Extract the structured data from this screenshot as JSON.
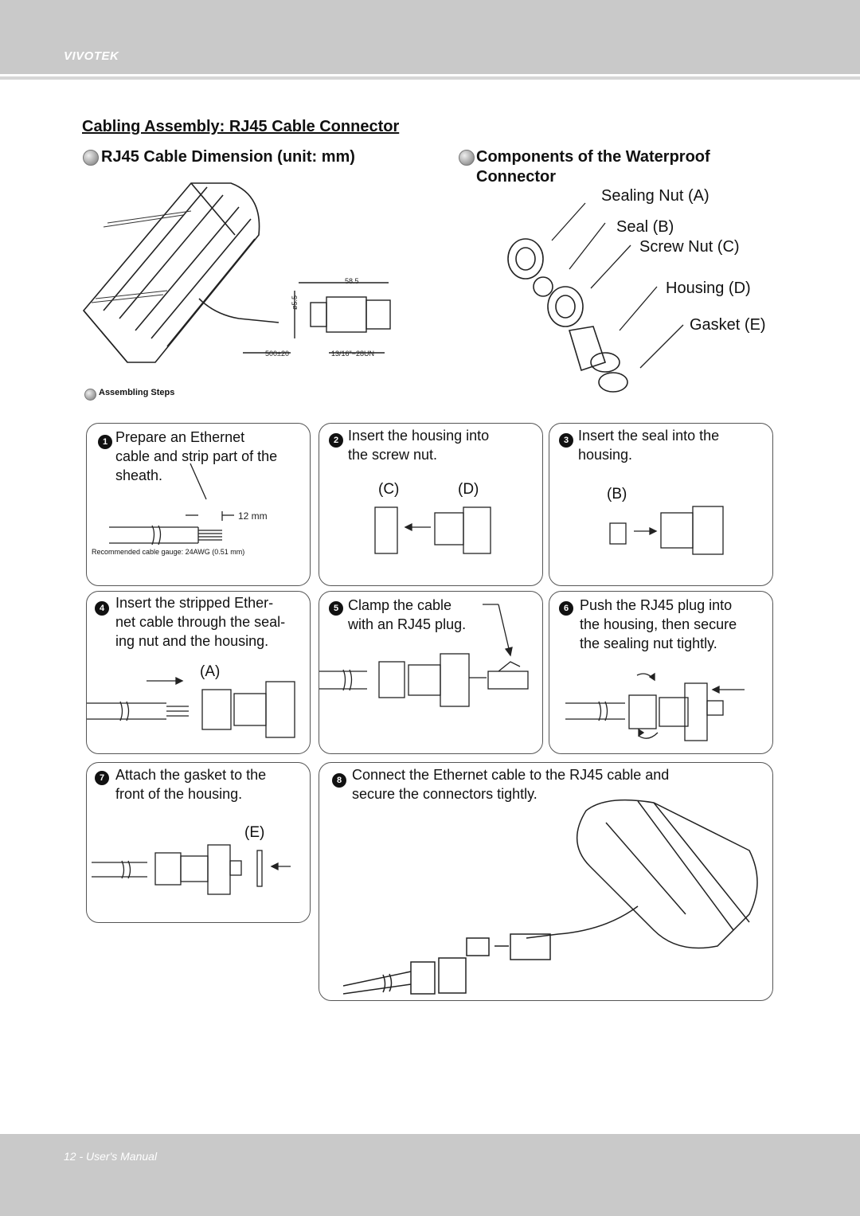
{
  "header": {
    "brand": "VIVOTEK"
  },
  "page": {
    "title": "Cabling Assembly: RJ45 Cable Connector"
  },
  "dimension": {
    "heading": "RJ45 Cable Dimension (unit: mm)",
    "length": "58.5",
    "diameter": "ø5.5",
    "cable_length": "500±20",
    "thread": "13/16\"−28UN"
  },
  "components": {
    "heading_line1": "Components of the Waterproof",
    "heading_line2": "Connector",
    "labels": [
      "Sealing Nut (A)",
      "Seal (B)",
      "Screw Nut (C)",
      "Housing (D)",
      "Gasket (E)"
    ]
  },
  "assembling": {
    "heading": "Assembling Steps"
  },
  "steps": [
    {
      "number": "1",
      "lines": [
        "Prepare an Ethernet",
        "cable and strip part of the",
        "sheath."
      ],
      "measure": "12 mm",
      "note": "Recommended cable gauge: 24AWG (0.51 mm)"
    },
    {
      "number": "2",
      "lines": [
        "Insert the housing into",
        "the screw nut."
      ],
      "letters": [
        "(C)",
        "(D)"
      ]
    },
    {
      "number": "3",
      "lines": [
        "Insert the seal into the",
        "housing."
      ],
      "letters": [
        "(B)"
      ]
    },
    {
      "number": "4",
      "lines": [
        "Insert the stripped Ether-",
        "net cable through the seal-",
        "ing nut and the housing."
      ],
      "letters": [
        "(A)"
      ]
    },
    {
      "number": "5",
      "lines": [
        "Clamp the cable",
        "with an RJ45 plug."
      ]
    },
    {
      "number": "6",
      "lines": [
        "Push the RJ45 plug into",
        "the housing, then secure",
        "the sealing nut tightly."
      ]
    },
    {
      "number": "7",
      "lines": [
        "Attach the gasket to the",
        "front of the housing."
      ],
      "letters": [
        "(E)"
      ]
    },
    {
      "number": "8",
      "lines": [
        "Connect the Ethernet cable to the RJ45 cable and",
        "secure the connectors tightly."
      ]
    }
  ],
  "footer": {
    "text": "12 - User's Manual"
  }
}
